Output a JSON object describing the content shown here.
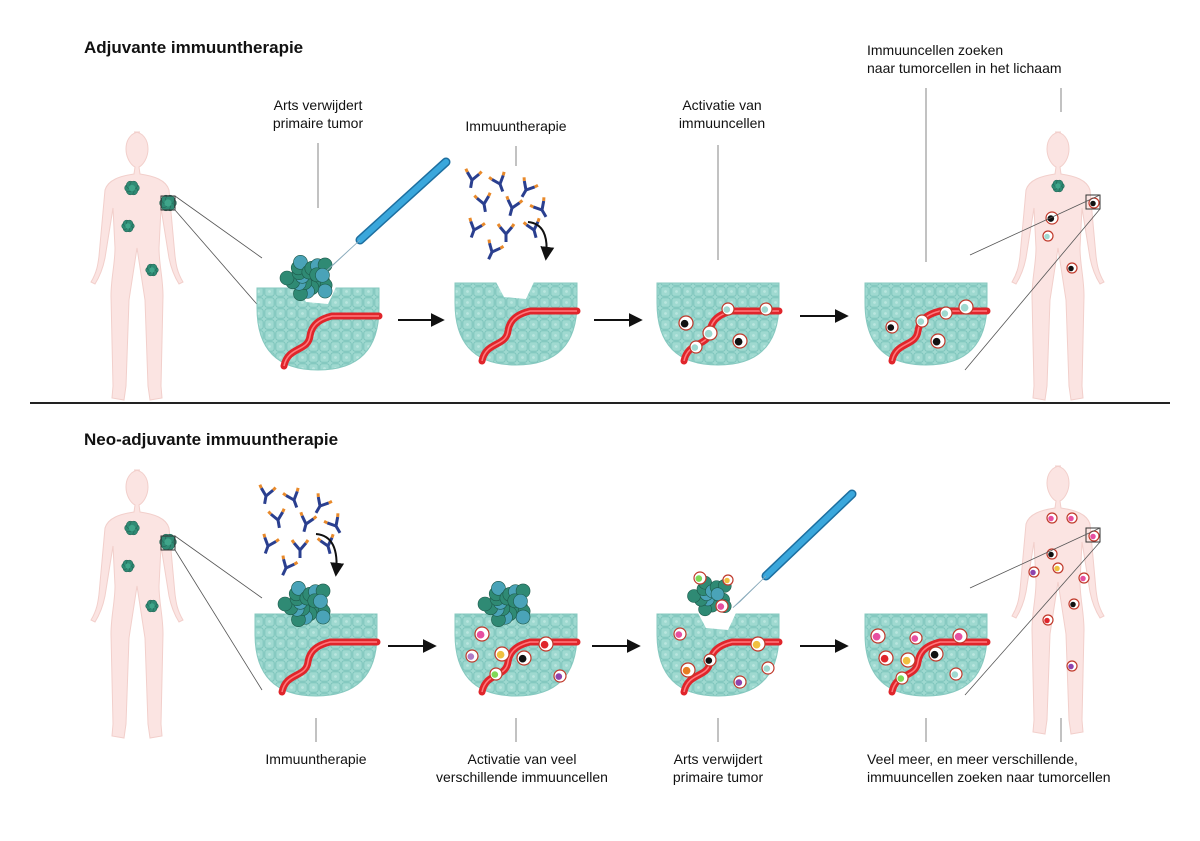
{
  "colors": {
    "skin": "#fbe4e2",
    "tissue": "#9fd9d0",
    "tissue_grid": "#7cc4bb",
    "vessel": "#e0252b",
    "tumor": "#2f8a74",
    "antibody_blue": "#2a3f8f",
    "antibody_orange": "#e8892a",
    "scalpel": "#3aa7dc",
    "arrow": "#111111",
    "divider": "#222222"
  },
  "adjuvant": {
    "title": "Adjuvante immuuntherapie",
    "labels": {
      "surgery": [
        "Arts verwijdert",
        "primaire tumor"
      ],
      "therapy": [
        "Immuuntherapie"
      ],
      "activation": [
        "Activatie van",
        "immuuncellen"
      ],
      "search": [
        "Immuuncellen zoeken",
        "naar tumorcellen in het lichaam"
      ]
    }
  },
  "neoadjuvant": {
    "title": "Neo-adjuvante immuuntherapie",
    "labels": {
      "therapy": [
        "Immuuntherapie"
      ],
      "activation": [
        "Activatie van veel",
        "verschillende immuuncellen"
      ],
      "surgery": [
        "Arts verwijdert",
        "primaire tumor"
      ],
      "search": [
        "Veel meer, en meer verschillende,",
        "immuuncellen zoeken naar tumorcellen"
      ]
    }
  },
  "icons": [
    "human-body-icon",
    "antibody-icon",
    "scalpel-icon",
    "tumor-icon",
    "immune-cell-icon",
    "blood-vessel-icon",
    "arrow-right-icon",
    "curved-arrow-icon"
  ]
}
